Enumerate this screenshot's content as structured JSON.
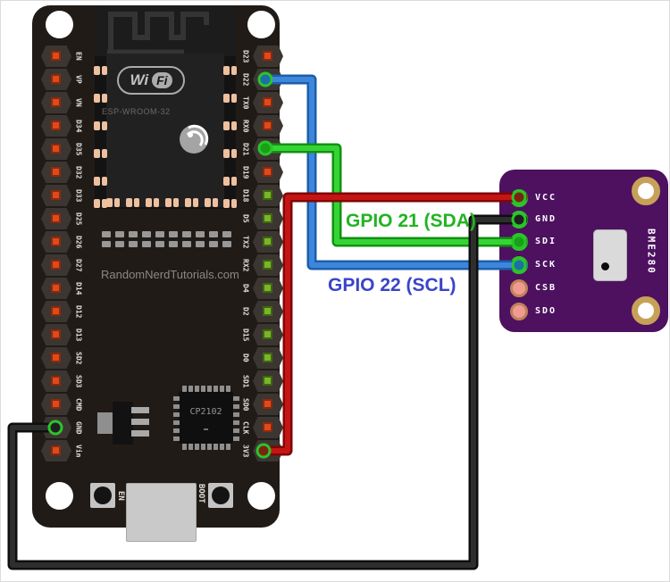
{
  "esp32": {
    "module_label": "ESP-WROOM-32",
    "wifi_logo": {
      "wi": "Wi",
      "fi": "Fi"
    },
    "watermark": "RandomNerdTutorials.com",
    "usb_chip_label": "CP2102",
    "buttons": {
      "en": "EN",
      "boot": "BOOT"
    },
    "left_pins": [
      {
        "label": "EN",
        "led": "orange"
      },
      {
        "label": "VP",
        "led": "orange"
      },
      {
        "label": "VN",
        "led": "orange"
      },
      {
        "label": "D34",
        "led": "orange"
      },
      {
        "label": "D35",
        "led": "orange"
      },
      {
        "label": "D32",
        "led": "orange"
      },
      {
        "label": "D33",
        "led": "orange"
      },
      {
        "label": "D25",
        "led": "orange"
      },
      {
        "label": "D26",
        "led": "orange"
      },
      {
        "label": "D27",
        "led": "orange"
      },
      {
        "label": "D14",
        "led": "orange"
      },
      {
        "label": "D12",
        "led": "orange"
      },
      {
        "label": "D13",
        "led": "orange"
      },
      {
        "label": "SD2",
        "led": "orange"
      },
      {
        "label": "SD3",
        "led": "orange"
      },
      {
        "label": "CMD",
        "led": "orange"
      },
      {
        "label": "GND",
        "led": "wire"
      },
      {
        "label": "Vin",
        "led": "orange"
      }
    ],
    "right_pins": [
      {
        "label": "D23",
        "led": "orange"
      },
      {
        "label": "D22",
        "led": "wire"
      },
      {
        "label": "TX0",
        "led": "orange"
      },
      {
        "label": "RX0",
        "led": "orange"
      },
      {
        "label": "D21",
        "led": "wire"
      },
      {
        "label": "D19",
        "led": "orange"
      },
      {
        "label": "D18",
        "led": "green"
      },
      {
        "label": "D5",
        "led": "green"
      },
      {
        "label": "TX2",
        "led": "green"
      },
      {
        "label": "RX2",
        "led": "green"
      },
      {
        "label": "D4",
        "led": "green"
      },
      {
        "label": "D2",
        "led": "green"
      },
      {
        "label": "D15",
        "led": "green"
      },
      {
        "label": "D0",
        "led": "green"
      },
      {
        "label": "SD1",
        "led": "green"
      },
      {
        "label": "SD0",
        "led": "orange"
      },
      {
        "label": "CLK",
        "led": "orange"
      },
      {
        "label": "3V3",
        "led": "wire"
      }
    ]
  },
  "bme280": {
    "board_label": "BME280",
    "pins": [
      {
        "label": "VCC",
        "state": "connected",
        "center": "#6e2414"
      },
      {
        "label": "GND",
        "state": "connected",
        "center": "#20281f"
      },
      {
        "label": "SDI",
        "state": "connected",
        "center": "#1fa01f"
      },
      {
        "label": "SCK",
        "state": "connected",
        "center": "#2c7fa8"
      },
      {
        "label": "CSB",
        "state": "open",
        "center": "#f19a91"
      },
      {
        "label": "SDO",
        "state": "open",
        "center": "#f19a91"
      }
    ]
  },
  "wires": [
    {
      "id": "scl",
      "from": "ESP32 D22",
      "to": "BME280 SCK",
      "core": "#3e86dc",
      "edge": "#1b5fa8",
      "end_fill": "#1c6fa8"
    },
    {
      "id": "sda",
      "from": "ESP32 D21",
      "to": "BME280 SDI",
      "core": "#35d435",
      "edge": "#129112",
      "end_fill": "#18a018"
    },
    {
      "id": "power",
      "from": "ESP32 3V3",
      "to": "BME280 VCC",
      "core": "#c41414",
      "edge": "#7f0606",
      "end_fill": "#7a2410"
    },
    {
      "id": "ground",
      "from": "ESP32 GND",
      "to": "BME280 GND",
      "core": "#2e2e2e",
      "edge": "#0e0e0e",
      "end_fill": "#1f1f1f"
    }
  ],
  "annotations": {
    "sda": {
      "text": "GPIO 21 (SDA)",
      "color": "#22b322"
    },
    "scl": {
      "text": "GPIO 22 (SCL)",
      "color": "#3b44c8"
    }
  },
  "palette": {
    "board_black": "#211b17",
    "bme_purple": "#4d1160",
    "connector_ring": "#2bc42b",
    "led_orange": "#e0491c",
    "led_orange_border": "#8a2a0c",
    "led_green": "#7ab42c",
    "led_green_border": "#41660d",
    "pad_copper": "#efc09e",
    "hole_gold": "#c8a158"
  }
}
